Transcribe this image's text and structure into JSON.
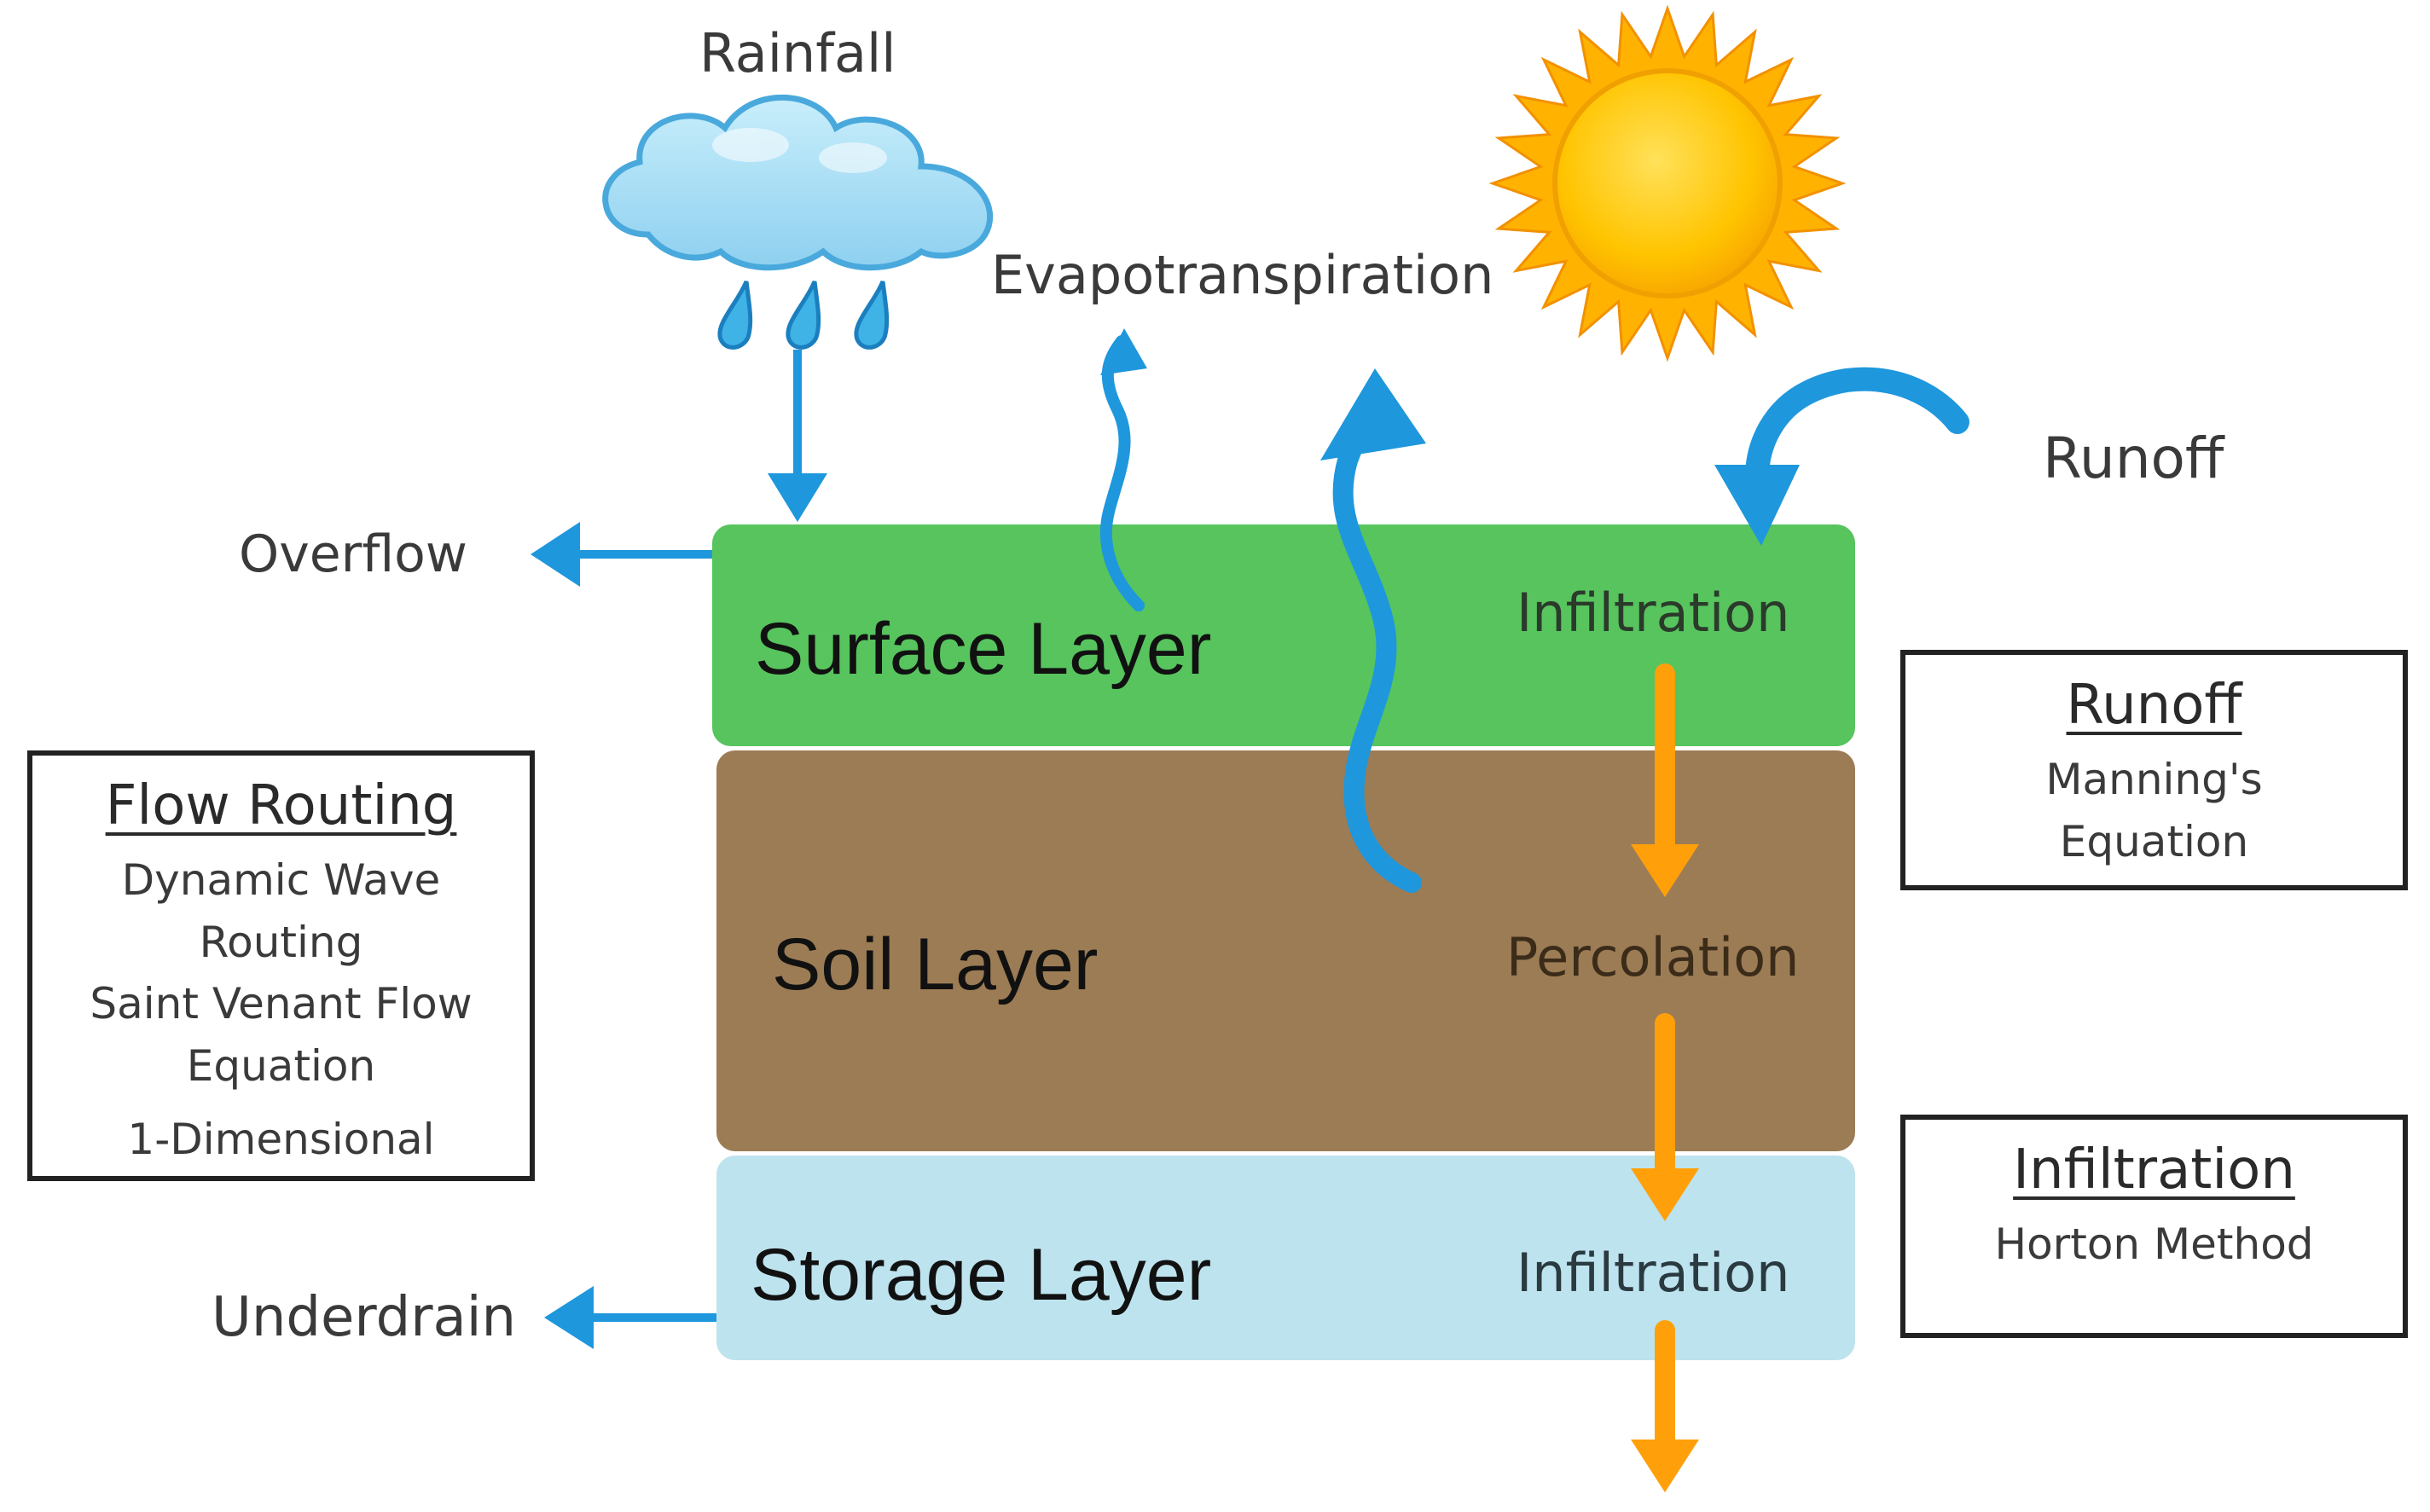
{
  "labels": {
    "rainfall": "Rainfall",
    "evapotranspiration": "Evapotranspiration",
    "runoff_top": "Runoff",
    "overflow": "Overflow",
    "underdrain": "Underdrain",
    "infiltration_surface": "Infiltration",
    "percolation": "Percolation",
    "infiltration_storage": "Infiltration"
  },
  "layers": [
    {
      "name": "Surface Layer",
      "color": "#57C45E"
    },
    {
      "name": "Soil Layer",
      "color": "#9C7C54"
    },
    {
      "name": "Storage Layer",
      "color": "#BDE3EE"
    }
  ],
  "boxes": {
    "flow_routing": {
      "title": "Flow Routing",
      "lines": [
        "Dynamic Wave",
        "Routing",
        "Saint Venant Flow",
        "Equation",
        "1-Dimensional"
      ]
    },
    "runoff": {
      "title": "Runoff",
      "lines": [
        "Manning's",
        "Equation"
      ]
    },
    "infiltration": {
      "title": "Infiltration",
      "lines": [
        "Horton Method"
      ]
    }
  },
  "colors": {
    "blue_arrow": "#1E97DD",
    "orange_arrow": "#FFA00A",
    "cloud": "#A9DDF4",
    "sun": "#FFC107"
  },
  "icons": [
    "cloud-icon",
    "raindrop-icon",
    "sun-icon"
  ]
}
